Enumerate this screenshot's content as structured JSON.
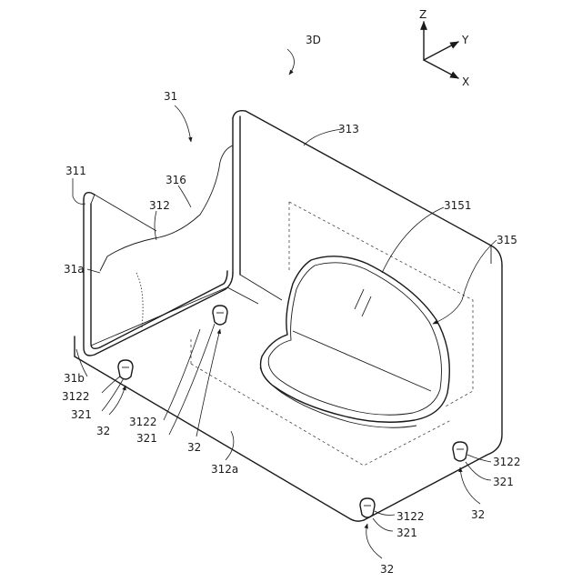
{
  "labels": {
    "l_3d": "3D",
    "l_31": "31",
    "l_313": "313",
    "l_311": "311",
    "l_316": "316",
    "l_312": "312",
    "l_3151": "3151",
    "l_315": "315",
    "l_31a": "31a",
    "l_31b": "31b",
    "l_3122_a": "3122",
    "l_321_a": "321",
    "l_32_a": "32",
    "l_3122_b": "3122",
    "l_321_b": "321",
    "l_32_b": "32",
    "l_312a": "312a",
    "l_3122_c": "3122",
    "l_321_c": "321",
    "l_32_c": "32",
    "l_3122_d": "3122",
    "l_321_d": "321",
    "l_32_d": "32"
  },
  "axes": {
    "z": "Z",
    "y": "Y",
    "x": "X"
  }
}
